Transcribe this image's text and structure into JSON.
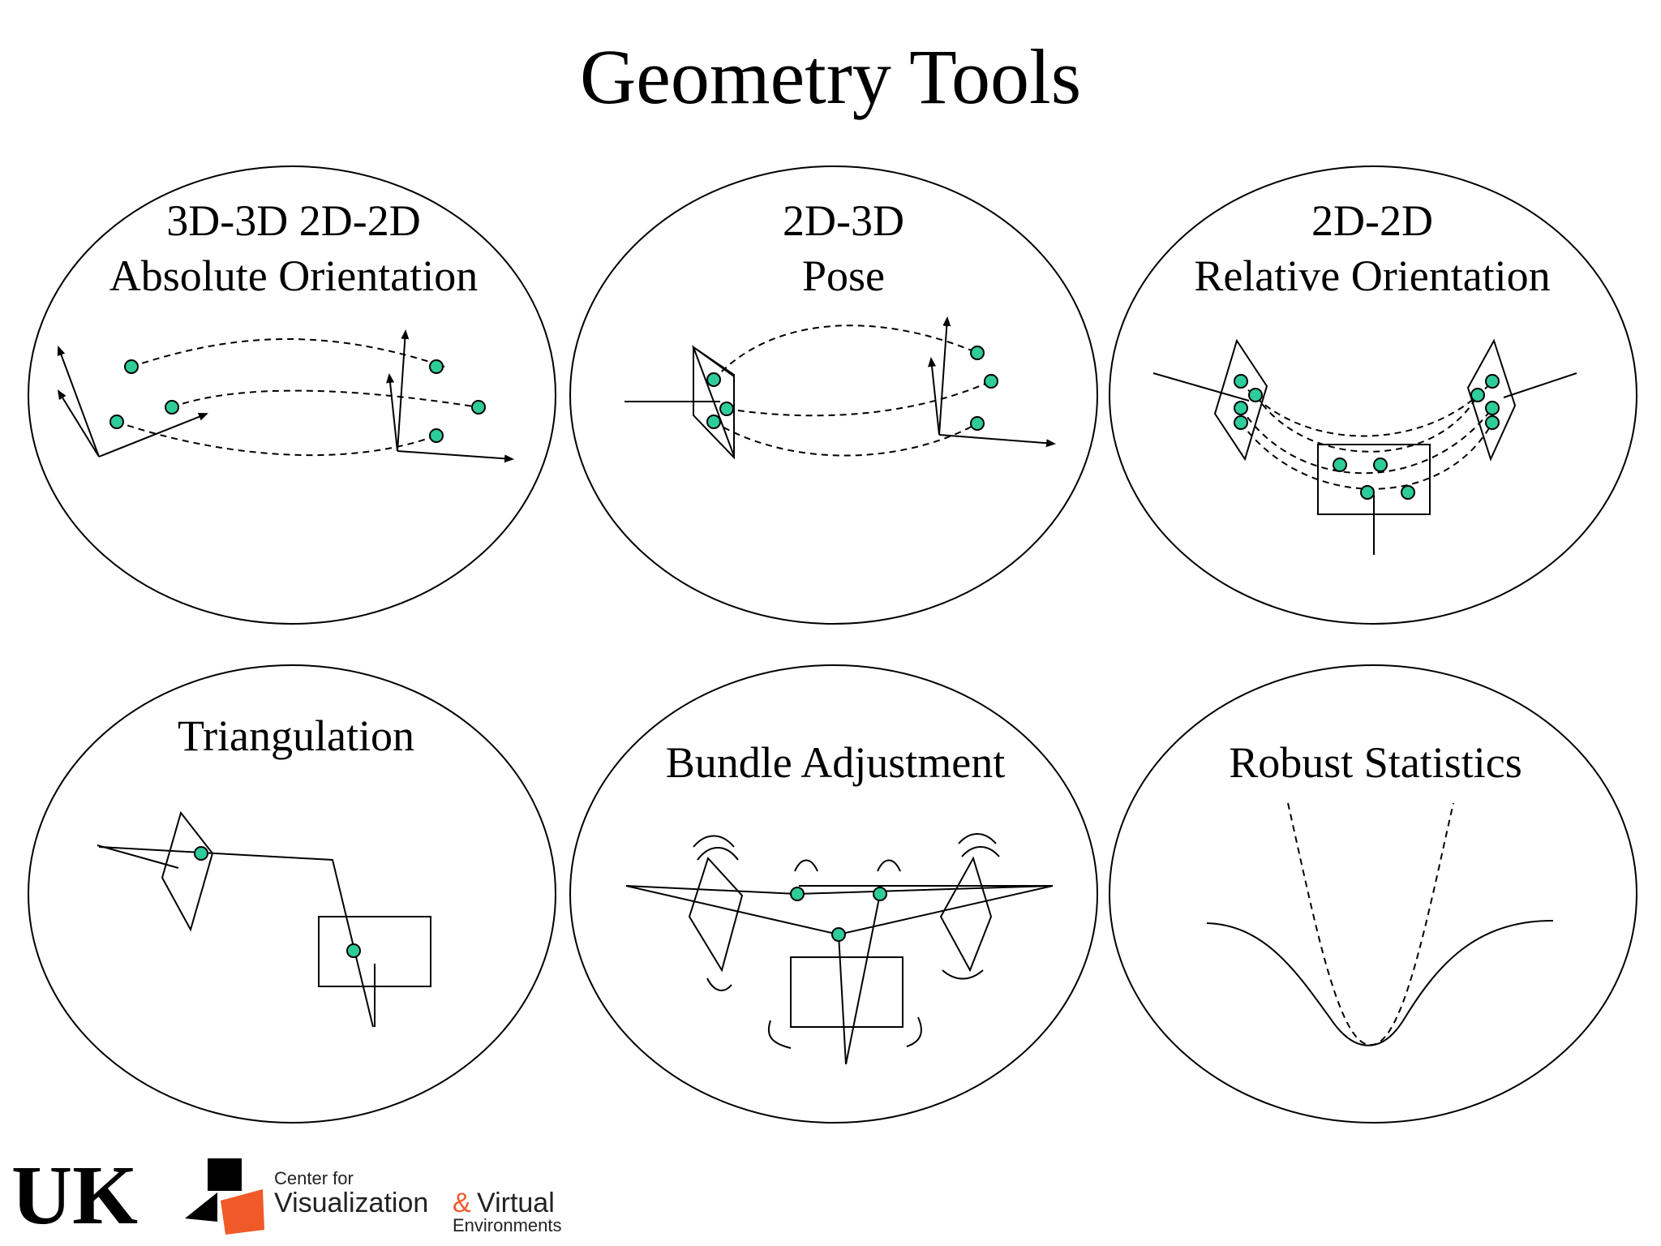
{
  "title": "Geometry Tools",
  "colors": {
    "point_fill": "#2ecc9a",
    "stroke": "#000000",
    "logo_accent": "#f05a28"
  },
  "panels": [
    {
      "id": "absolute-orientation",
      "lines": [
        "3D-3D 2D-2D",
        "Absolute Orientation"
      ]
    },
    {
      "id": "pose",
      "lines": [
        "2D-3D",
        "Pose"
      ]
    },
    {
      "id": "relative-orientation",
      "lines": [
        "2D-2D",
        "Relative Orientation"
      ]
    },
    {
      "id": "triangulation",
      "lines": [
        "Triangulation"
      ]
    },
    {
      "id": "bundle-adjustment",
      "lines": [
        "Bundle Adjustment"
      ]
    },
    {
      "id": "robust-statistics",
      "lines": [
        "Robust Statistics"
      ]
    }
  ],
  "logos": {
    "uk": "UK",
    "center_line1": "Center for",
    "center_line2": "Visualization",
    "center_amp": "&",
    "center_virtual": "Virtual",
    "center_line3": "Environments"
  }
}
